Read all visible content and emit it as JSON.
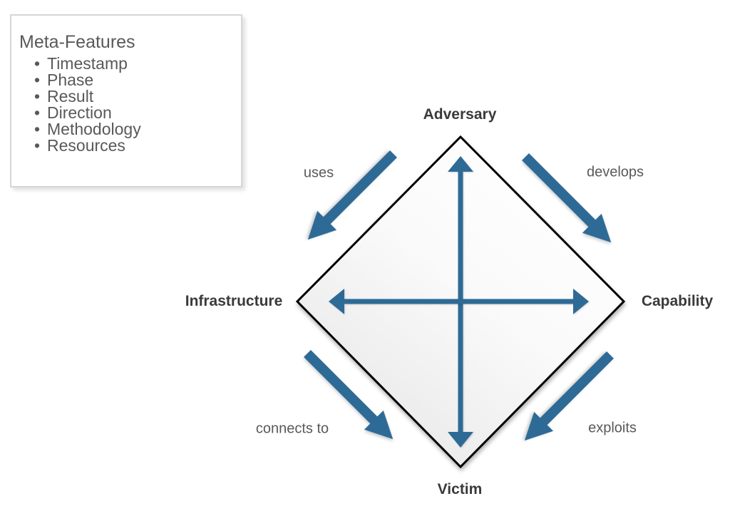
{
  "colors": {
    "arrow-blue": "#2e6a96",
    "edge-label-gray": "#595959",
    "vertex-label-dark": "#3a3a3a",
    "meta-text-gray": "#595959",
    "diamond-border": "#000000"
  },
  "meta_features": {
    "title": "Meta-Features",
    "items": [
      "Timestamp",
      "Phase",
      "Result",
      "Direction",
      "Methodology",
      "Resources"
    ]
  },
  "diamond": {
    "vertices": {
      "top": "Adversary",
      "right": "Capability",
      "bottom": "Victim",
      "left": "Infrastructure"
    },
    "edge_relationships": {
      "adversary_to_infrastructure": "uses",
      "adversary_to_capability": "develops",
      "infrastructure_to_victim": "connects to",
      "capability_to_victim": "exploits"
    }
  }
}
